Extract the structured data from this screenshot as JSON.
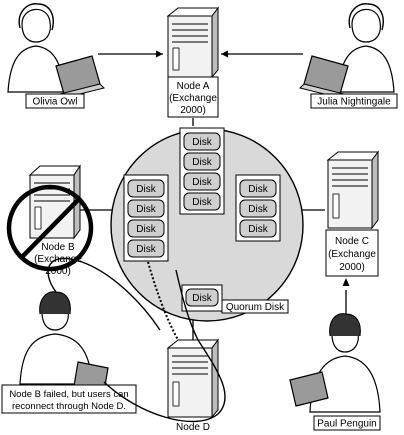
{
  "diagram": {
    "colors": {
      "background": "#ffffff",
      "circle_fill": "#d9d9d9",
      "disk_fill": "#cfcfcf",
      "line": "#000000",
      "server_fill": "#f2f2f2"
    },
    "users": {
      "olivia": "Olivia Owl",
      "julia": "Julia Nightingale",
      "paul": "Paul Penguin"
    },
    "nodes": {
      "a": [
        "Node A",
        "(Exchange",
        "2000)"
      ],
      "b": [
        "Node B",
        "(Exchange",
        "2000)"
      ],
      "c": [
        "Node C",
        "(Exchange",
        "2000)"
      ],
      "d": [
        "Node D"
      ]
    },
    "disk_label": "Disk",
    "quorum_label": "Quorum Disk",
    "note": [
      "Node B failed, but users can",
      "reconnect through Node D."
    ]
  }
}
